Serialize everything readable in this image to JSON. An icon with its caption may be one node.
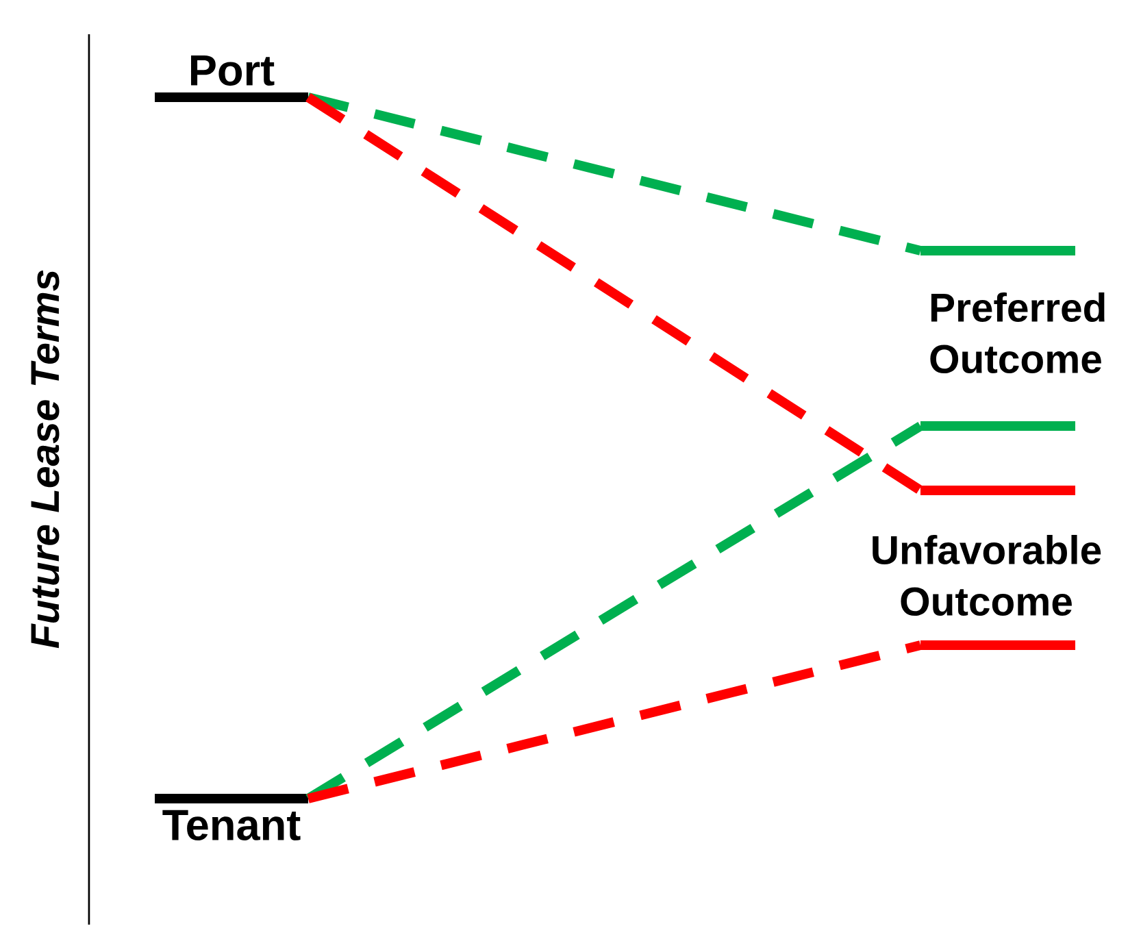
{
  "diagram": {
    "nodes": [
      {
        "text": [
          "Port"
        ]
      },
      {
        "text": [
          "Tenant"
        ]
      },
      {
        "text": [],
        "shape": "bar"
      },
      {
        "text": [],
        "shape": "bar"
      },
      {
        "text": [],
        "shape": "bar"
      },
      {
        "text": [],
        "shape": "bar"
      }
    ],
    "edges": [
      {
        "from": 0,
        "to": 2,
        "arrow": "none",
        "style": "dashed",
        "color": "#00b050"
      },
      {
        "from": 0,
        "to": 4,
        "arrow": "none",
        "style": "dashed",
        "color": "#ff0000"
      },
      {
        "from": 1,
        "to": 3,
        "arrow": "none",
        "style": "dashed",
        "color": "#00b050"
      },
      {
        "from": 1,
        "to": 5,
        "arrow": "none",
        "style": "dashed",
        "color": "#ff0000"
      }
    ],
    "labels": [
      "Future Lease Terms",
      "Preferred Outcome",
      "Unfavorable Outcome"
    ]
  }
}
